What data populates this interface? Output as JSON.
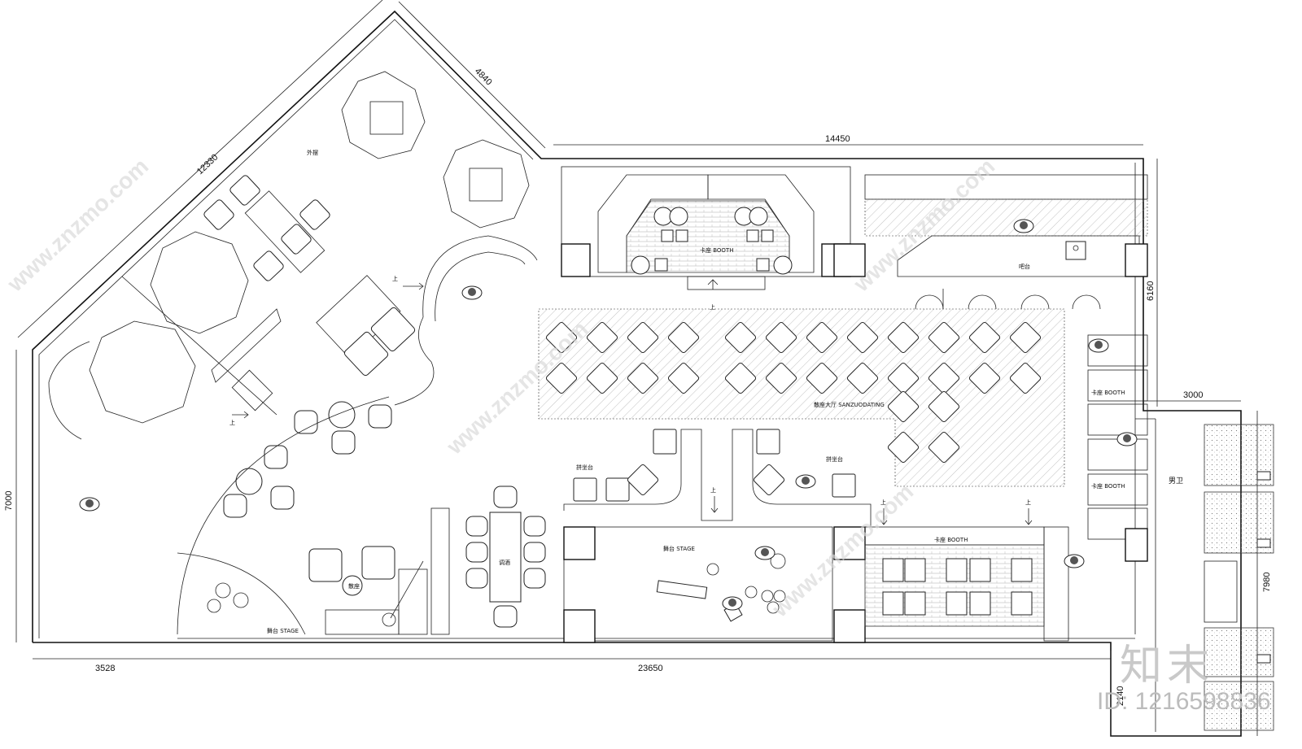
{
  "dimensions": {
    "d12330": "12330",
    "d4840": "4840",
    "d14450": "14450",
    "d6160": "6160",
    "d3000": "3000",
    "d7000": "7000",
    "d7980": "7980",
    "d3528": "3528",
    "d23650": "23650",
    "d2140": "2140"
  },
  "labels": {
    "outdoor": "外摆",
    "booth_top": "卡座 BOOTH",
    "bar": "吧台",
    "hall": "散座大厅 SANZUODATING",
    "booth_right_1": "卡座 BOOTH",
    "booth_right_2": "卡座 BOOTH",
    "share_left": "拼坐台",
    "share_right": "拼坐台",
    "mens": "男卫",
    "stage_center": "舞台 STAGE",
    "booth_bottom": "卡座 BOOTH",
    "mixing": "调酒",
    "loose": "散座",
    "stage_left": "舞台 STAGE",
    "up_1": "上",
    "up_2": "上",
    "up_3": "上",
    "up_4": "上",
    "up_5": "上",
    "up_6": "上"
  },
  "watermark": {
    "site": "www.znzmo.com",
    "brand": "知末",
    "id": "ID: 1216598836"
  }
}
